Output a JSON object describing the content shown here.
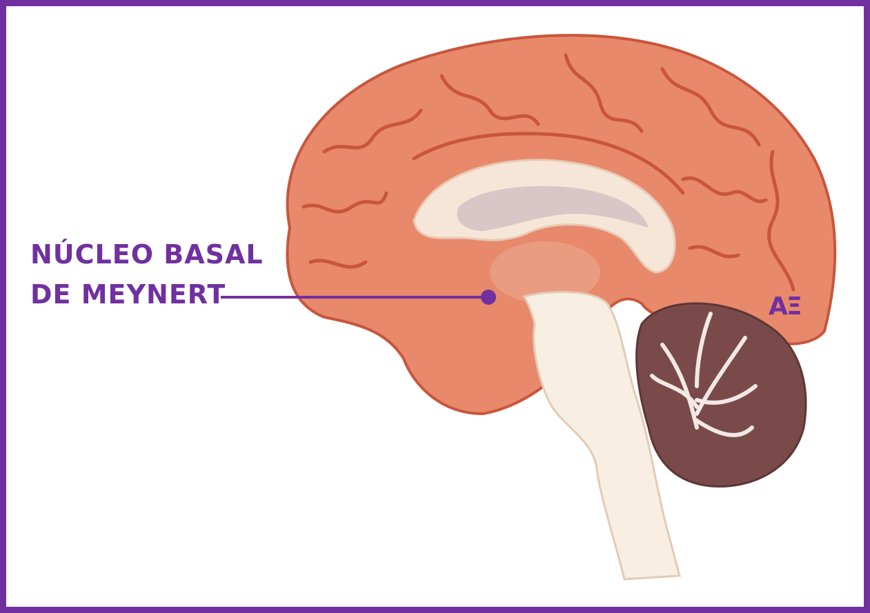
{
  "figure": {
    "label_line1": "NÚCLEO BASAL",
    "label_line2": "DE MEYNERT",
    "logo_text": "AΞ"
  },
  "colors": {
    "frame": "#7030a0",
    "label": "#7030a0",
    "cortex": "#e8896b",
    "gyri_outline": "#c9553b",
    "white_matter": "#f6e6d8",
    "ventricle": "#d9c6c6",
    "brainstem": "#f8eee2",
    "cerebellum": "#7a4a4a"
  }
}
